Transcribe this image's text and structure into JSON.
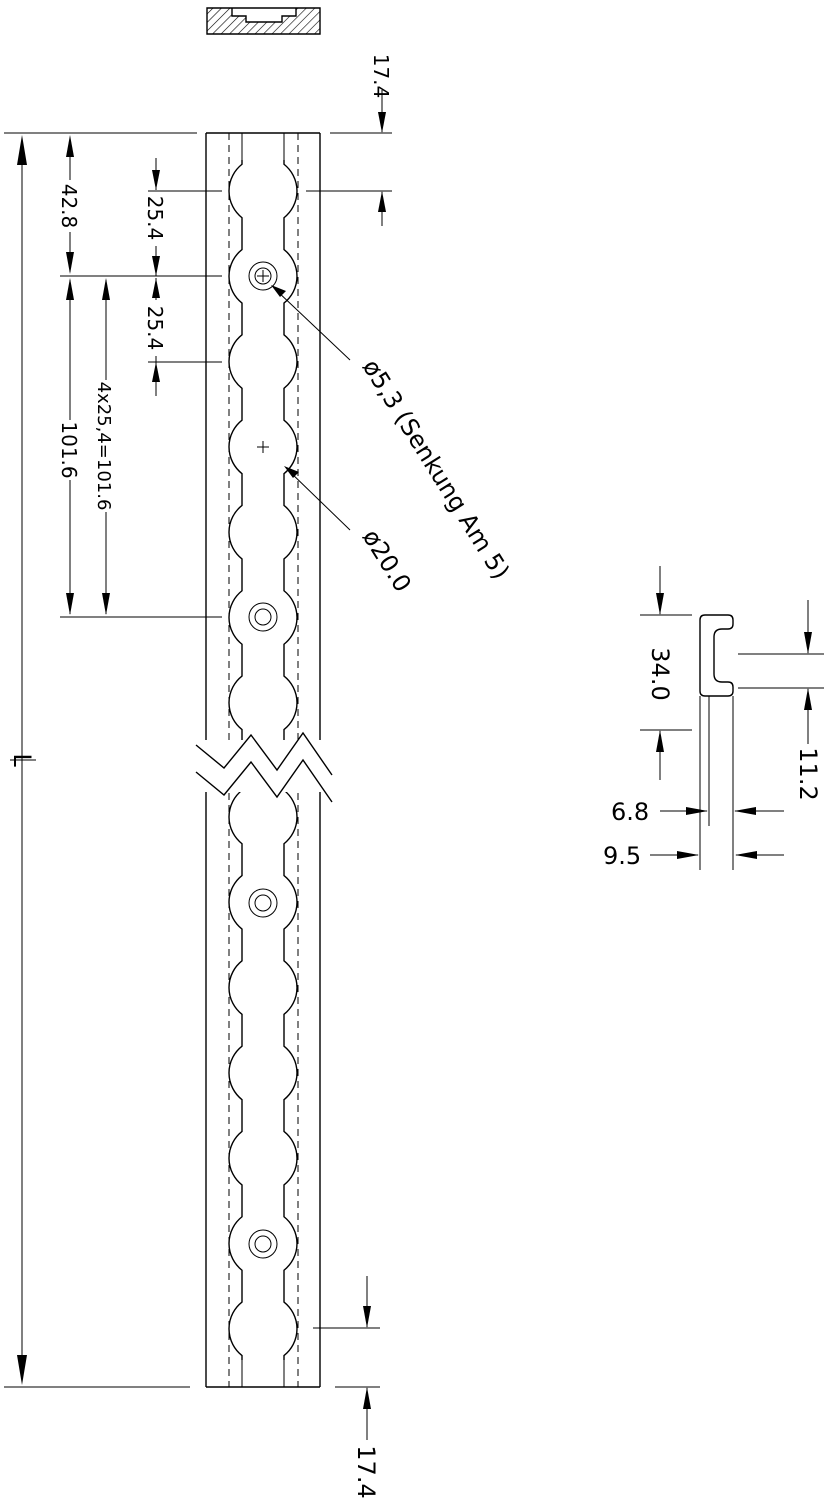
{
  "dimensions": {
    "overall_length": "L",
    "top_end_offset": "17.4",
    "bottom_end_offset": "17.4",
    "first_hole_offset": "42.8",
    "hole_pitch_top": "25.4",
    "hole_pitch_second": "25.4",
    "span_total": "101.6",
    "span_formula": "4x25,4=101.6",
    "small_hole_callout": "ø5,3 (Senkung Am 5)",
    "large_hole_callout": "ø20.0",
    "profile_height": "34.0",
    "slot_opening": "11.2",
    "inner_width": "6.8",
    "outer_width": "9.5"
  },
  "colors": {
    "line": "#000000",
    "background": "#ffffff"
  }
}
